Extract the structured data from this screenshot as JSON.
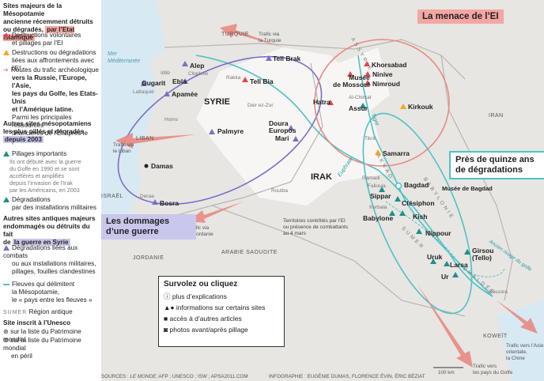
{
  "legend": {
    "title_a": "Sites majeurs de la Mésopotamie",
    "title_b": "ancienne récemment détruits",
    "title_c": "ou dégradés,",
    "title_hl": "par l’Etat islamique",
    "item1": [
      "Destructions volontaires",
      "et pillages par l’EI"
    ],
    "item2": [
      "Destructions ou dégradations",
      "liées aux affrontements avec l’EI"
    ],
    "item3": [
      "Routes du trafic archéologique",
      "vers la Russie, l’Europe, l’Asie,",
      "les pays du Golfe, les Etats-Unis",
      "et l’Amérique latine.",
      "Parmi les principales ressources",
      "financières de l’EI après le pétrole"
    ],
    "sec2": [
      "Autres sites mésopotamiens",
      "les plus pillés et dégradés"
    ],
    "sec2_hl": "depuis 2003",
    "item4": "Pillages importants",
    "item4_note": [
      "Ils ont débuté avec la guerre",
      "du Golfe en 1990 et se sont",
      "accélérés et amplifiés",
      "depuis l’invasion de l’Irak",
      "par les Américains, en 2003"
    ],
    "item5": [
      "Dégradations",
      "par des installations militaires"
    ],
    "sec3": [
      "Autres sites antiques majeurs",
      "endommagés ou détruits du fait",
      "de"
    ],
    "sec3_hl": "la guerre en Syrie",
    "item6": [
      "Dégradations liées aux combats",
      "ou aux installations militaires,",
      "pillages, fouilles clandestines"
    ],
    "item7": [
      "Fleuves qui délimitent",
      "la Mésopotamie,",
      "le « pays entre les fleuves »"
    ],
    "item8_sample": "SUMER",
    "item8": "Région antique",
    "unesco_title": "Site inscrit à l’Unesco",
    "unesco1": "sur la liste du Patrimoine mondial",
    "unesco2": [
      "sur la liste du Patrimoine mondial",
      "en péril"
    ]
  },
  "boxes": {
    "ei": "La menace de l’EI",
    "dommages": [
      "Les dommages",
      "d’une guerre"
    ],
    "quinze": [
      "Près de quinze ans",
      "de dégradations"
    ]
  },
  "survol": {
    "title": "Survolez ou cliquez",
    "r1": "plus d’explications",
    "r2": "informations sur certains sites",
    "r3": "accès à d’autres articles",
    "r4": "photos avant/après pillage"
  },
  "countries": {
    "turquie": "TURQUIE",
    "syrie": "SYRIE",
    "irak": "IRAK",
    "iran": "IRAN",
    "liban": "LIBAN",
    "israel": "ISRAËL",
    "jordanie": "JORDANIE",
    "arabie": "ARABIE SAOUDITE",
    "koweit": "KOWEÏT",
    "mer": [
      "Mer",
      "Méditerranée"
    ]
  },
  "rivers": {
    "tigre": "Tigre",
    "euphrate": "Euphrate"
  },
  "regions": {
    "assyrie": "ASSYRIE",
    "akkad": "AKKAD",
    "babylonie": "BABYLONIE",
    "sumer": "SUMER",
    "chaldee": "CHALDÉE"
  },
  "sites": {
    "alep": "Alep",
    "citadelle": "Citadelle",
    "ebla": "Ebla",
    "ougarit": "Ougarit",
    "apamee": "Apamée",
    "tellbia": "Tell Bia",
    "tellbrak": "Tell Brak",
    "palmyre": "Palmyre",
    "doura": [
      "Doura",
      "Europos"
    ],
    "mari": "Mari",
    "damas": "Damas",
    "bosra": "Bosra",
    "khorsabad": "Khorsabad",
    "ninive": "Ninive",
    "musee_mossoul": [
      "Musée",
      "de Mossoul"
    ],
    "nimroud": "Nimroud",
    "hatra": "Hatra",
    "assur": "Assur",
    "kirkouk": "Kirkouk",
    "samarra": "Samarra",
    "bagdad": "Bagdad",
    "musee_bagdad": "Musée de Bagdad",
    "sippar": "Sippar",
    "ctesiphon": "Ctésiphon",
    "kish": "Kish",
    "babylone": "Babylone",
    "nippour": "Nippour",
    "girsou": [
      "Girsou",
      "(Tello)"
    ],
    "uruk": "Uruk",
    "larsa": "Larsa",
    "ur": "Ur"
  },
  "towns": {
    "idlib": "Idlib",
    "lattaquie": "Lattaquié",
    "homs": "Homs",
    "rakka": "Rakka",
    "deirezzor": "Deir ez-Zor",
    "alchirkat": "Al-Chirkat",
    "tikrit": "Tikrit",
    "ramadi": "Ramadi",
    "fallouja": "Fallouja",
    "kerbala": "Kerbala",
    "deraa": "Deraa",
    "routba": "Routba",
    "bassora": "Bassora"
  },
  "traffic": {
    "turquie": [
      "Trafic via",
      "la Turquie"
    ],
    "liban": [
      "Trafic via",
      "le Liban"
    ],
    "jordanie": [
      "Trafic via",
      "la Jordanie"
    ],
    "golfe": [
      "Trafic vers",
      "les pays du Golfe"
    ],
    "asie": [
      "Trafic vers l’Asie",
      "orientale,",
      "la Chine"
    ]
  },
  "territoires": [
    "Territoires contrôlés par l’EI",
    "ou présence de combattants",
    "au 4 mars"
  ],
  "coast": "Ancien rivage du golfe",
  "scale": "100 km",
  "sources_label": "SOURCES :",
  "sources_lemonde": "LE MONDE",
  "sources_rest": "; AFP ; UNESCO ; ISW ; APSA2011.COM",
  "infographie": "INFOGRAPHIE : EUGÉNIE DUMAS, FLORENCE ÉVIN, ÉRIC BÉZIAT",
  "colors": {
    "red": "#e0484c",
    "teal": "#1f8f8a",
    "purple": "#7b6fc8",
    "river": "#4fc2c5",
    "coral": "#e98a82",
    "land": "#e7e6e2",
    "sea": "#d7e9f2"
  }
}
